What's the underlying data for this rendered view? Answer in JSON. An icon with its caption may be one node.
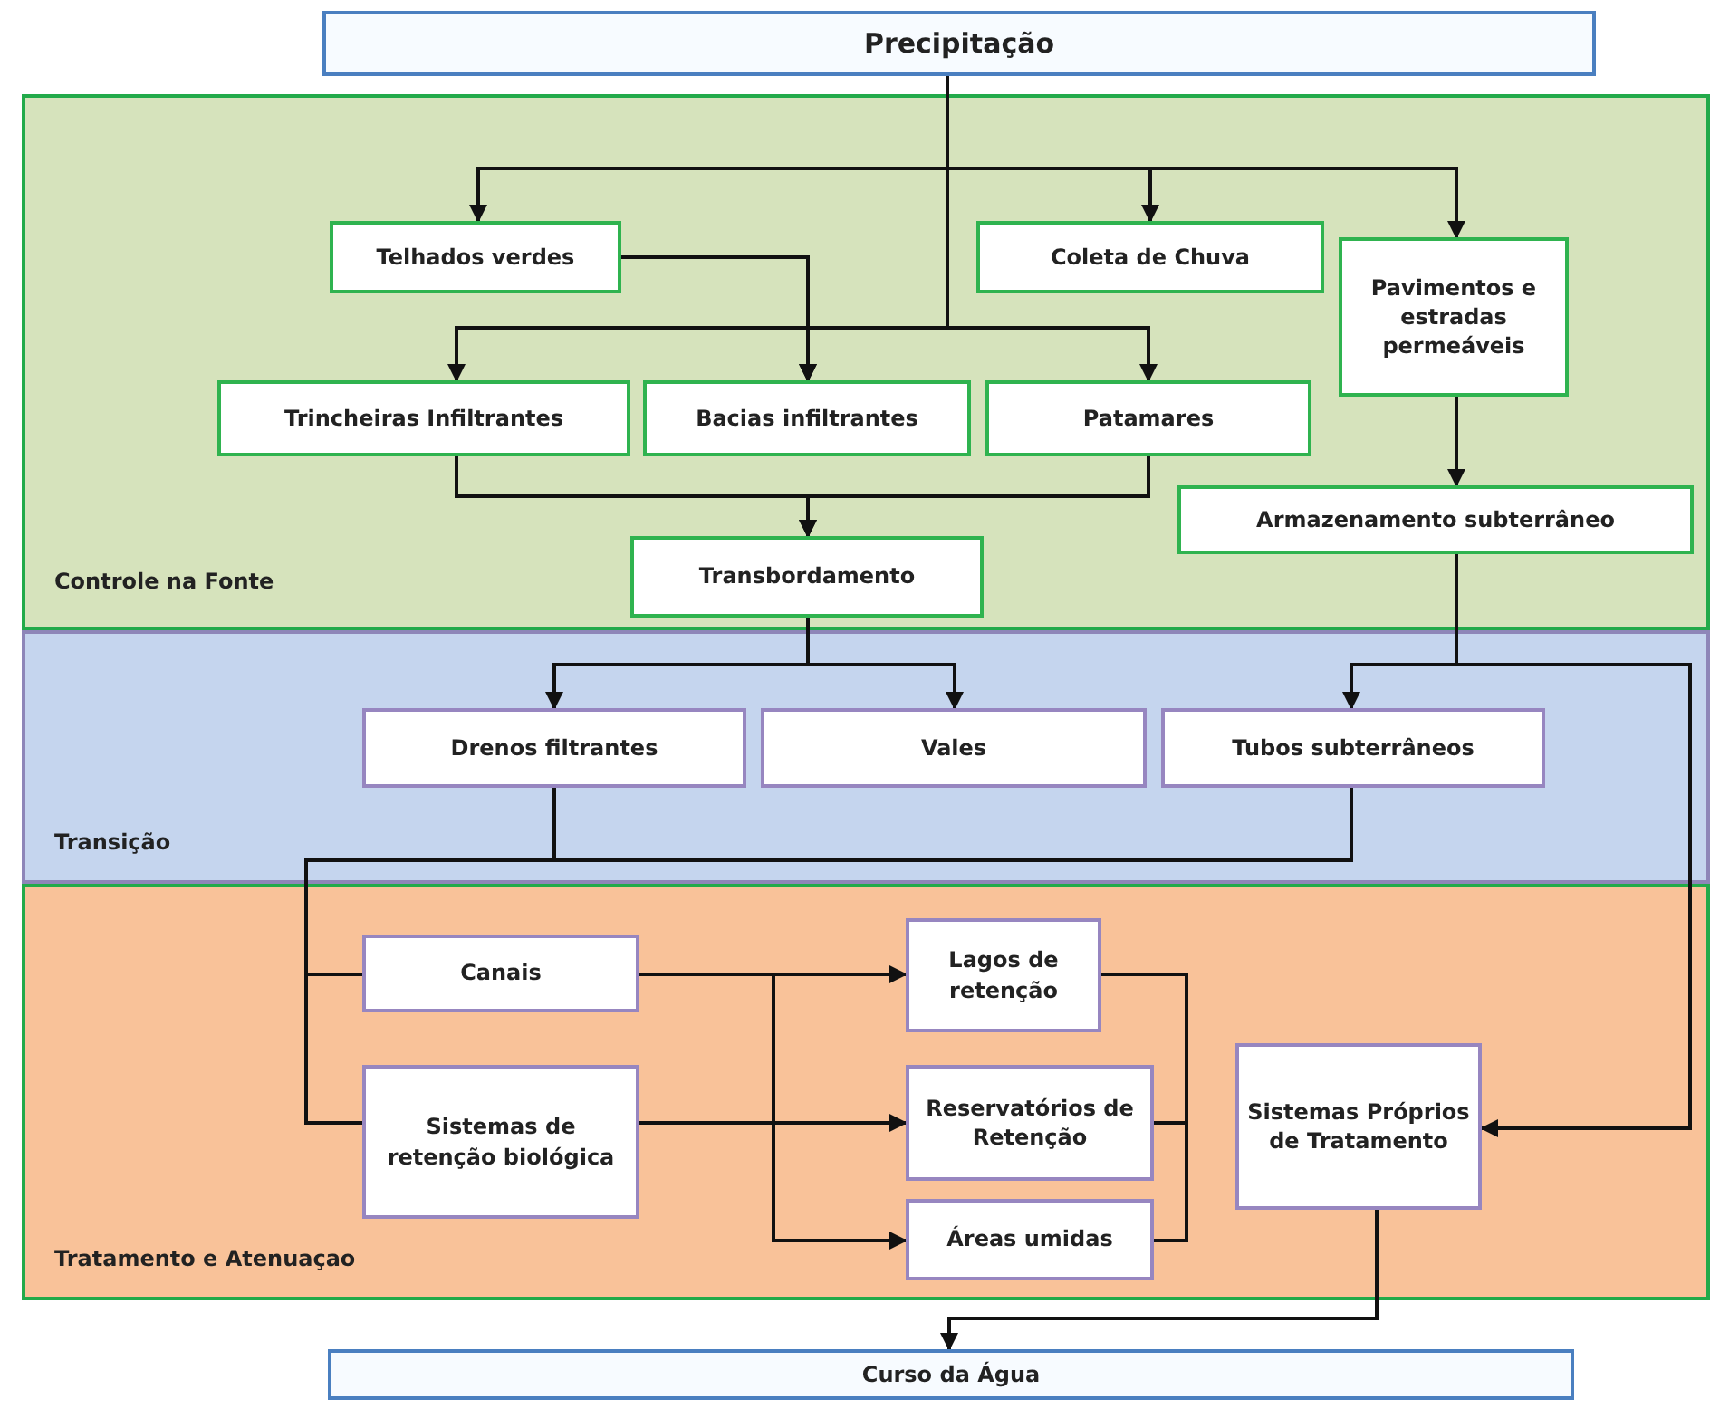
{
  "diagram": {
    "nodes": [
      {
        "text": [
          "Precipitação"
        ]
      },
      {
        "text": [
          "Controle na Fonte"
        ]
      },
      {
        "text": [
          "Telhados verdes"
        ],
        "in": 1
      },
      {
        "text": [
          "Coleta de Chuva"
        ],
        "in": 1
      },
      {
        "text": [
          "Pavimentos e estradas permeáveis"
        ],
        "in": 1
      },
      {
        "text": [
          "Trincheiras Infiltrantes"
        ],
        "in": 1
      },
      {
        "text": [
          "Bacias infiltrantes"
        ],
        "in": 1
      },
      {
        "text": [
          "Patamares"
        ],
        "in": 1
      },
      {
        "text": [
          "Armazenamento subterrâneo"
        ],
        "in": 1
      },
      {
        "text": [
          "Transbordamento"
        ],
        "in": 1
      },
      {
        "text": [
          "Transição"
        ]
      },
      {
        "text": [
          "Drenos filtrantes"
        ],
        "in": 10
      },
      {
        "text": [
          "Vales"
        ],
        "in": 10
      },
      {
        "text": [
          "Tubos subterrâneos"
        ],
        "in": 10
      },
      {
        "text": [
          "Tratamento e Atenuaçao"
        ]
      },
      {
        "text": [
          "Canais"
        ],
        "in": 14
      },
      {
        "text": [
          "Sistemas de retenção biológica"
        ],
        "in": 14
      },
      {
        "text": [
          "Lagos de retenção"
        ],
        "in": 14
      },
      {
        "text": [
          "Reservatórios de Retenção"
        ],
        "in": 14
      },
      {
        "text": [
          "Áreas umidas"
        ],
        "in": 14
      },
      {
        "text": [
          "Sistemas Próprios de Tratamento"
        ],
        "in": 14
      },
      {
        "text": [
          "Curso da Água"
        ]
      }
    ],
    "edges": [
      {
        "from": 0,
        "to": 2,
        "arrow": "to"
      },
      {
        "from": 0,
        "to": 3,
        "arrow": "to"
      },
      {
        "from": 0,
        "to": 4,
        "arrow": "to"
      },
      {
        "from": 0,
        "to": 5,
        "arrow": "to"
      },
      {
        "from": 0,
        "to": 6,
        "arrow": "to"
      },
      {
        "from": 0,
        "to": 7,
        "arrow": "to"
      },
      {
        "from": 2,
        "to": 6,
        "arrow": "to"
      },
      {
        "from": 5,
        "to": 9,
        "arrow": "to"
      },
      {
        "from": 7,
        "to": 9,
        "arrow": "to"
      },
      {
        "from": 4,
        "to": 8,
        "arrow": "to"
      },
      {
        "from": 9,
        "to": 11,
        "arrow": "to"
      },
      {
        "from": 9,
        "to": 12,
        "arrow": "to"
      },
      {
        "from": 8,
        "to": 13,
        "arrow": "to"
      },
      {
        "from": 8,
        "to": 20,
        "arrow": "to"
      },
      {
        "from": 11,
        "to": 15,
        "arrow": "none"
      },
      {
        "from": 11,
        "to": 16,
        "arrow": "none"
      },
      {
        "from": 13,
        "to": 15,
        "arrow": "none"
      },
      {
        "from": 13,
        "to": 16,
        "arrow": "none"
      },
      {
        "from": 15,
        "to": 17,
        "arrow": "to"
      },
      {
        "from": 15,
        "to": 19,
        "arrow": "to"
      },
      {
        "from": 16,
        "to": 18,
        "arrow": "to"
      },
      {
        "from": 17,
        "to": 19,
        "arrow": "none"
      },
      {
        "from": 18,
        "to": 19,
        "arrow": "none"
      },
      {
        "from": 20,
        "to": 21,
        "arrow": "to"
      }
    ]
  }
}
